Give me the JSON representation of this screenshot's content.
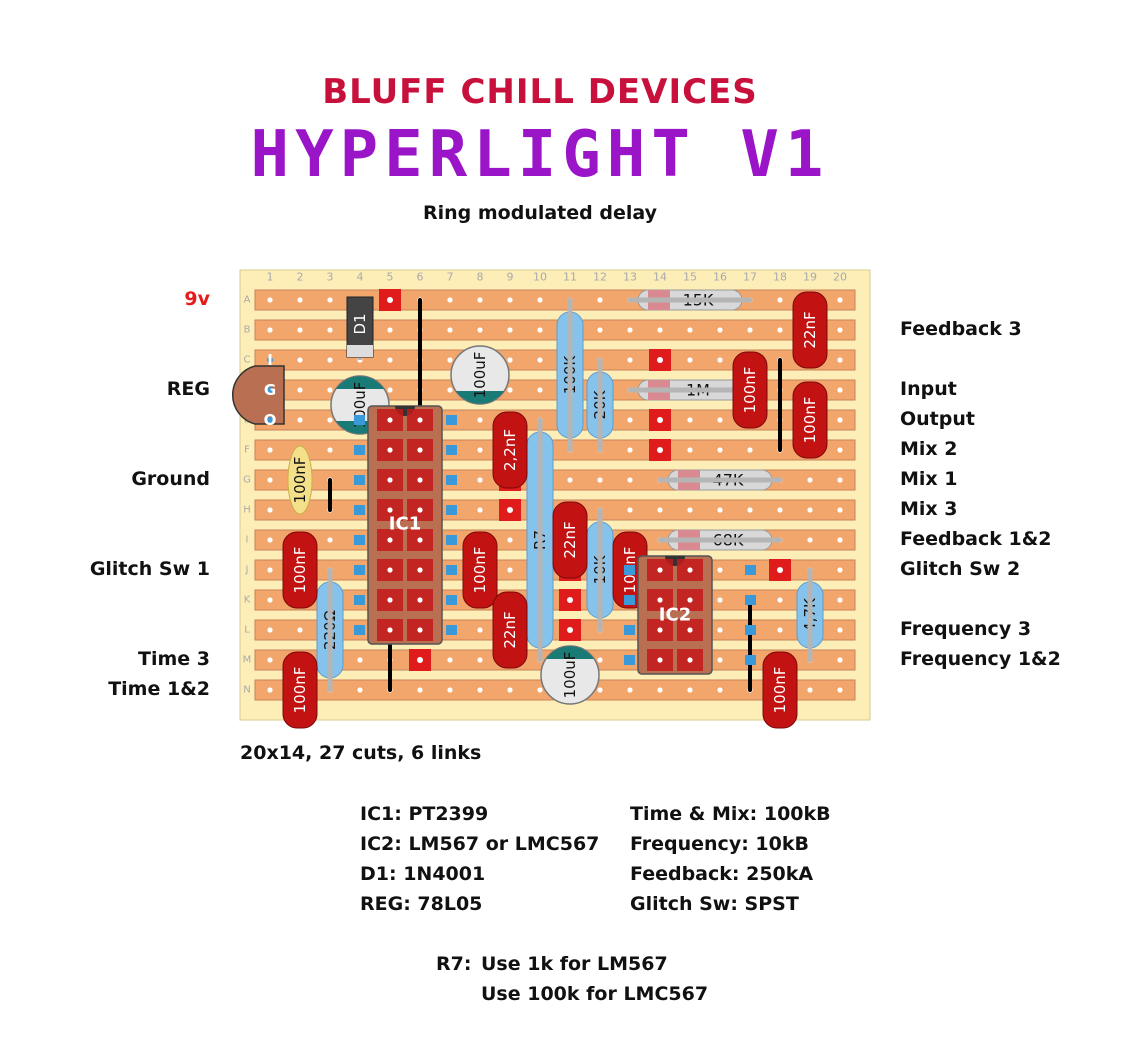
{
  "header": {
    "brand": "BLUFF CHILL DEVICES",
    "product": "HYPERLIGHT V1",
    "subtitle": "Ring modulated delay",
    "brand_color": "#c8103c",
    "product_color": "#9b15c8"
  },
  "board": {
    "columns": [
      "1",
      "2",
      "3",
      "4",
      "5",
      "6",
      "7",
      "8",
      "9",
      "10",
      "11",
      "12",
      "13",
      "14",
      "15",
      "16",
      "17",
      "18",
      "19",
      "20"
    ],
    "rows": [
      "A",
      "B",
      "C",
      "D",
      "E",
      "F",
      "G",
      "H",
      "I",
      "J",
      "K",
      "L",
      "M",
      "N"
    ],
    "summary": "20x14, 27 cuts, 6 links",
    "colors": {
      "board": "#fdeeb8",
      "strip": "#f2a66c",
      "cut": "#e01b1b",
      "resistor": "#86c3ec",
      "capacitor": "#c21212",
      "electrolytic": "#e8e8e8",
      "ic": "#b86f52",
      "link": "#000000"
    }
  },
  "labels_left": [
    {
      "text": "9v",
      "row": "A",
      "color": "#e81b1b"
    },
    {
      "text": "REG",
      "row": "D",
      "color": "#111111"
    },
    {
      "text": "Ground",
      "row": "G",
      "color": "#111111"
    },
    {
      "text": "Glitch Sw 1",
      "row": "J",
      "color": "#111111"
    },
    {
      "text": "Time 3",
      "row": "M",
      "color": "#111111"
    },
    {
      "text": "Time 1&2",
      "row": "N",
      "color": "#111111"
    }
  ],
  "labels_right": [
    {
      "text": "Feedback 3",
      "row": "B"
    },
    {
      "text": "Input",
      "row": "D"
    },
    {
      "text": "Output",
      "row": "E"
    },
    {
      "text": "Mix 2",
      "row": "F"
    },
    {
      "text": "Mix 1",
      "row": "G"
    },
    {
      "text": "Mix 3",
      "row": "H"
    },
    {
      "text": "Feedback 1&2",
      "row": "I"
    },
    {
      "text": "Glitch Sw 2",
      "row": "J"
    },
    {
      "text": "Frequency 3",
      "row": "L"
    },
    {
      "text": "Frequency 1&2",
      "row": "M"
    }
  ],
  "components": {
    "ic1": "IC1",
    "ic2": "IC2",
    "d1": "D1",
    "reg_pins": [
      "I",
      "G",
      "O"
    ],
    "resistors": [
      {
        "label": "15K",
        "orient": "h",
        "c1": 13,
        "c2": 17,
        "r": 0
      },
      {
        "label": "1M",
        "orient": "h",
        "c1": 13,
        "c2": 17,
        "r": 3
      },
      {
        "label": "47K",
        "orient": "h",
        "c1": 14,
        "c2": 18,
        "r": 6
      },
      {
        "label": "68K",
        "orient": "h",
        "c1": 14,
        "c2": 18,
        "r": 8
      },
      {
        "label": "100K",
        "orient": "v",
        "c": 11,
        "r1": 0,
        "r2": 5
      },
      {
        "label": "20K",
        "orient": "v",
        "c": 12,
        "r1": 2,
        "r2": 5
      },
      {
        "label": "R7",
        "orient": "v",
        "c": 10,
        "r1": 4,
        "r2": 12
      },
      {
        "label": "10K",
        "orient": "v",
        "c": 12,
        "r1": 7,
        "r2": 11
      },
      {
        "label": "220Ω",
        "orient": "v",
        "c": 3,
        "r1": 9,
        "r2": 13
      },
      {
        "label": "4,7K",
        "orient": "v",
        "c": 19,
        "r1": 9,
        "r2": 12
      }
    ],
    "capacitors": [
      {
        "label": "22nF",
        "c": 19,
        "r1": 0,
        "r2": 2
      },
      {
        "label": "100nF",
        "c": 17,
        "r1": 2,
        "r2": 4
      },
      {
        "label": "100nF",
        "c": 19,
        "r1": 3,
        "r2": 5
      },
      {
        "label": "2,2nF",
        "c": 9,
        "r1": 4,
        "r2": 6
      },
      {
        "label": "22nF",
        "c": 11,
        "r1": 7,
        "r2": 9
      },
      {
        "label": "100nF",
        "c": 2,
        "r1": 8,
        "r2": 10
      },
      {
        "label": "100nF",
        "c": 8,
        "r1": 8,
        "r2": 10
      },
      {
        "label": "100nF",
        "c": 13,
        "r1": 8,
        "r2": 10
      },
      {
        "label": "22nF",
        "c": 9,
        "r1": 10,
        "r2": 12
      },
      {
        "label": "100nF",
        "c": 2,
        "r1": 12,
        "r2": 14
      },
      {
        "label": "100nF",
        "c": 18,
        "r1": 12,
        "r2": 14
      }
    ],
    "ceramic": {
      "label": "100nF",
      "c": 2,
      "r1": 5,
      "r2": 7
    },
    "electrolytics": [
      {
        "label": "100uF",
        "c": 4,
        "r": 3.5
      },
      {
        "label": "100uF",
        "c": 8,
        "r": 2.5
      },
      {
        "label": "100uF",
        "c": 11,
        "r": 12.5
      }
    ]
  },
  "specs_left": [
    "IC1: PT2399",
    "IC2: LM567 or LMC567",
    "D1: 1N4001",
    "REG: 78L05"
  ],
  "specs_right": [
    "Time & Mix: 100kB",
    "Frequency: 10kB",
    "Feedback: 250kA",
    "Glitch Sw: SPST"
  ],
  "notes": {
    "prefix": "R7:",
    "line1": "Use 1k for LM567",
    "line2": "Use 100k for LMC567"
  }
}
